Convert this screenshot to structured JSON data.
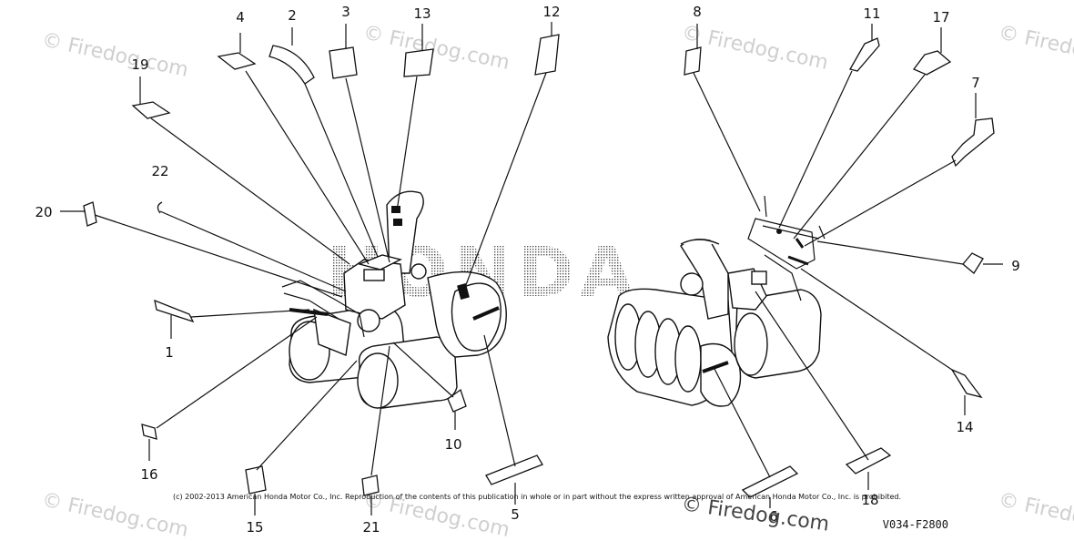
{
  "watermark": {
    "text": "© Firedog.com",
    "color": "#cfcfcf"
  },
  "brand_text": "HONDA",
  "callouts": [
    "1",
    "2",
    "3",
    "4",
    "5",
    "6",
    "7",
    "8",
    "9",
    "10",
    "11",
    "12",
    "13",
    "14",
    "15",
    "16",
    "17",
    "18",
    "19",
    "20",
    "21",
    "22"
  ],
  "copyright": "(c) 2002-2013 American Honda Motor Co., Inc. Reproduction of the contents of this publication in whole or in part without the express written approval of American Honda Motor Co., Inc. is prohibited.",
  "diagram_code": "V034-F2800",
  "footer_watermark": "© Firedog.com"
}
